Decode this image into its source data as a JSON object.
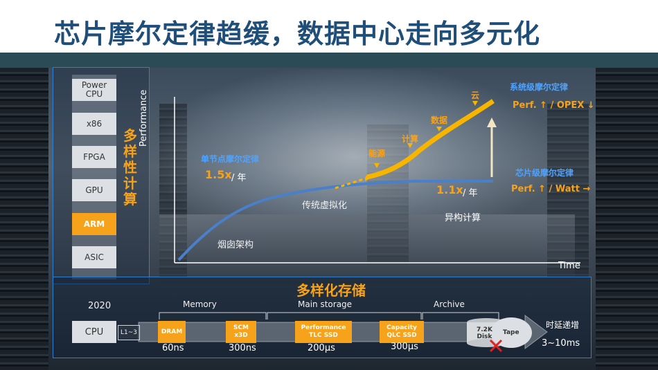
{
  "slide": {
    "title": "芯片摩尔定律趋缓，数据中心走向多元化"
  },
  "compute_panel": {
    "vertical_label": "多样性计算",
    "chips": [
      {
        "label": "Power CPU",
        "active": false
      },
      {
        "label": "x86",
        "active": false
      },
      {
        "label": "FPGA",
        "active": false
      },
      {
        "label": "GPU",
        "active": false
      },
      {
        "label": "ARM",
        "active": true
      },
      {
        "label": "ASIC",
        "active": false
      }
    ]
  },
  "performance_chart": {
    "y_label": "Performance",
    "x_label": "Time",
    "single_node_law": "单节点摩尔定律",
    "single_node_rate": "1.5x",
    "single_node_unit": "/ 年",
    "chip_law": "芯片级摩尔定律",
    "chip_rate": "1.1x",
    "chip_unit": "/ 年",
    "chip_metric": "Perf. ↑ / Watt →",
    "system_law": "系统级摩尔定律",
    "system_metric": "Perf. ↑ / OPEX ↓",
    "phase_chimney": "烟囱架构",
    "phase_virtualization": "传统虚拟化",
    "phase_heterogeneous": "异构计算",
    "markers": [
      "能源",
      "计算",
      "数据",
      "云"
    ],
    "colors": {
      "blue_curve": "#4a7fc9",
      "orange_curve": "#f7b500",
      "highlight": "#f7a21b",
      "blue_text": "#4fa3ff"
    }
  },
  "storage_panel": {
    "title": "多样化存储",
    "year": "2020",
    "cpu_label": "CPU",
    "cache_label": "L1~3",
    "tiers": {
      "memory": "Memory",
      "main": "Main storage",
      "archive": "Archive"
    },
    "media": {
      "dram": "DRAM",
      "scm": "SCM\nx3D",
      "tlc": "Performance\nTLC SSD",
      "qlc": "Capacity\nQLC SSD",
      "disk": "7.2K\nDisk",
      "tape": "Tape"
    },
    "latencies": {
      "dram": "60ns",
      "scm": "300ns",
      "tlc": "200μs",
      "qlc": "300μs",
      "tape": "3~10ms"
    },
    "latency_trend": "时延递增",
    "disk_status_icon": "cross-mark-icon"
  }
}
